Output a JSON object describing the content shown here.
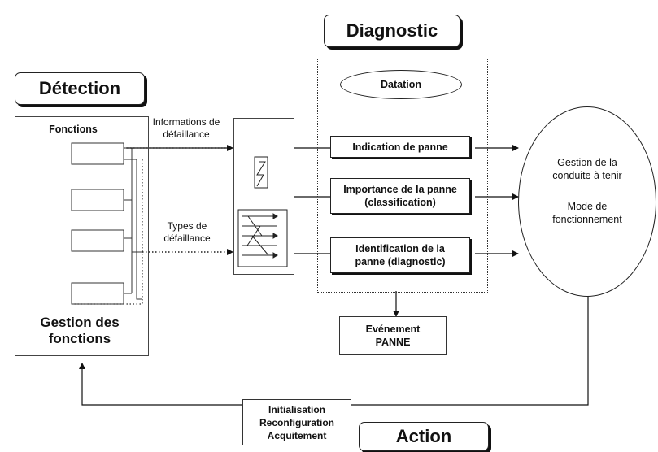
{
  "sections": {
    "detection": "Détection",
    "diagnostic": "Diagnostic",
    "action": "Action"
  },
  "detection_panel": {
    "heading": "Fonctions",
    "footer": "Gestion des fonctions"
  },
  "flows": {
    "info_defaillance": "Informations de défaillance",
    "types_defaillance": "Types de défaillance"
  },
  "diagnostic_panel": {
    "datation": "Datation",
    "indication": "Indication de panne",
    "importance": "Importance de la panne (classification)",
    "identification": "Identification de la panne (diagnostic)"
  },
  "event_box": "Evénement PANNE",
  "circle": {
    "line1": "Gestion de la conduite à tenir",
    "line2": "Mode de fonctionnement"
  },
  "action_box": "Initialisation Reconfiguration Acquitement"
}
